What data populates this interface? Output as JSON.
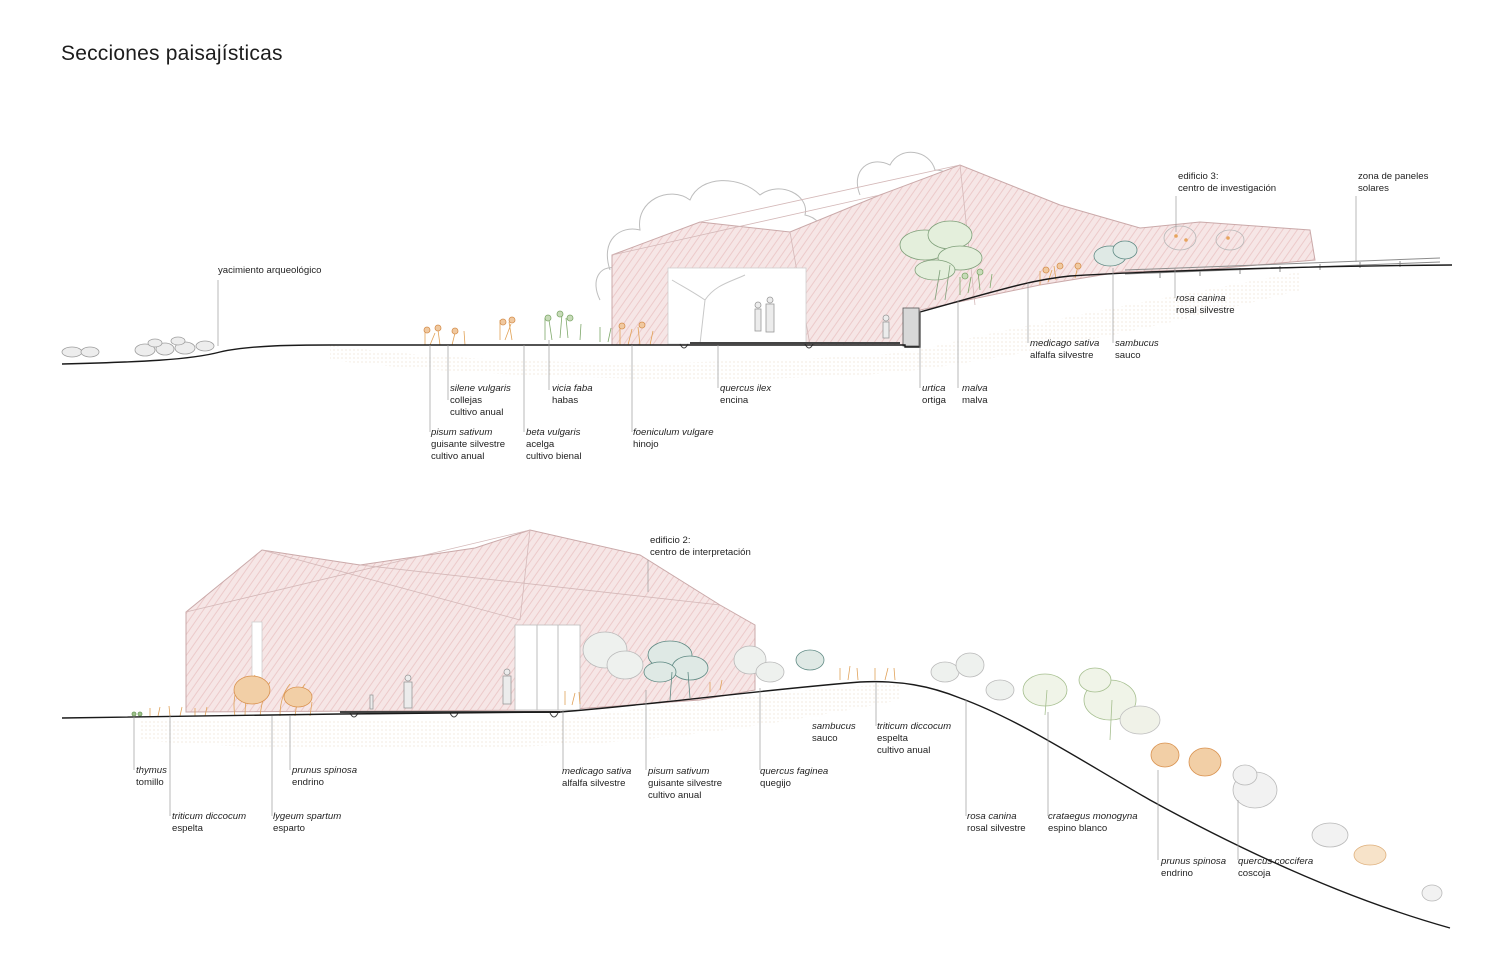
{
  "title": "Secciones paisajísticas",
  "colors": {
    "ground_line": "#1a1a1a",
    "building_fill": "#f3dcdc",
    "building_stroke": "#c9a7a7",
    "leader": "#9a9a9a",
    "plant_orange": "#e0a25a",
    "plant_green": "#8fb27e",
    "plant_teal": "#6f9b94",
    "tree_outline": "#b9b9b9"
  },
  "section_top": {
    "labels": [
      {
        "sci": "",
        "lines": [
          "yacimiento arqueológico"
        ]
      },
      {
        "sci": "silene vulgaris",
        "lines": [
          "collejas",
          "cultivo anual"
        ]
      },
      {
        "sci": "vicia faba",
        "lines": [
          "habas"
        ]
      },
      {
        "sci": "pisum sativum",
        "lines": [
          "guisante silvestre",
          "cultivo anual"
        ]
      },
      {
        "sci": "beta vulgaris",
        "lines": [
          "acelga",
          "cultivo bienal"
        ]
      },
      {
        "sci": "foeniculum vulgare",
        "lines": [
          "hinojo"
        ]
      },
      {
        "sci": "quercus ilex",
        "lines": [
          "encina"
        ]
      },
      {
        "sci": "urtica",
        "lines": [
          "ortiga"
        ]
      },
      {
        "sci": "malva",
        "lines": [
          "malva"
        ]
      },
      {
        "sci": "medicago sativa",
        "lines": [
          "alfalfa silvestre"
        ]
      },
      {
        "sci": "sambucus",
        "lines": [
          "sauco"
        ]
      },
      {
        "sci": "rosa canina",
        "lines": [
          "rosal silvestre"
        ]
      },
      {
        "sci": "",
        "lines": [
          "edificio 3:",
          "centro de investigación"
        ]
      },
      {
        "sci": "",
        "lines": [
          "zona de paneles",
          "solares"
        ]
      }
    ]
  },
  "section_bottom": {
    "labels": [
      {
        "sci": "",
        "lines": [
          "edificio 2:",
          "centro de interpretación"
        ]
      },
      {
        "sci": "thymus",
        "lines": [
          "tomillo"
        ]
      },
      {
        "sci": "triticum diccocum",
        "lines": [
          "espelta"
        ]
      },
      {
        "sci": "prunus spinosa",
        "lines": [
          "endrino"
        ]
      },
      {
        "sci": "lygeum spartum",
        "lines": [
          "esparto"
        ]
      },
      {
        "sci": "medicago sativa",
        "lines": [
          "alfalfa silvestre"
        ]
      },
      {
        "sci": "pisum sativum",
        "lines": [
          "guisante silvestre",
          "cultivo anual"
        ]
      },
      {
        "sci": "quercus faginea",
        "lines": [
          "quegijo"
        ]
      },
      {
        "sci": "sambucus",
        "lines": [
          "sauco"
        ]
      },
      {
        "sci": "triticum diccocum",
        "lines": [
          "espelta",
          "cultivo anual"
        ]
      },
      {
        "sci": "rosa canina",
        "lines": [
          "rosal silvestre"
        ]
      },
      {
        "sci": "crataegus monogyna",
        "lines": [
          "espino blanco"
        ]
      },
      {
        "sci": "prunus spinosa",
        "lines": [
          "endrino"
        ]
      },
      {
        "sci": "quercus coccifera",
        "lines": [
          "coscoja"
        ]
      }
    ]
  }
}
